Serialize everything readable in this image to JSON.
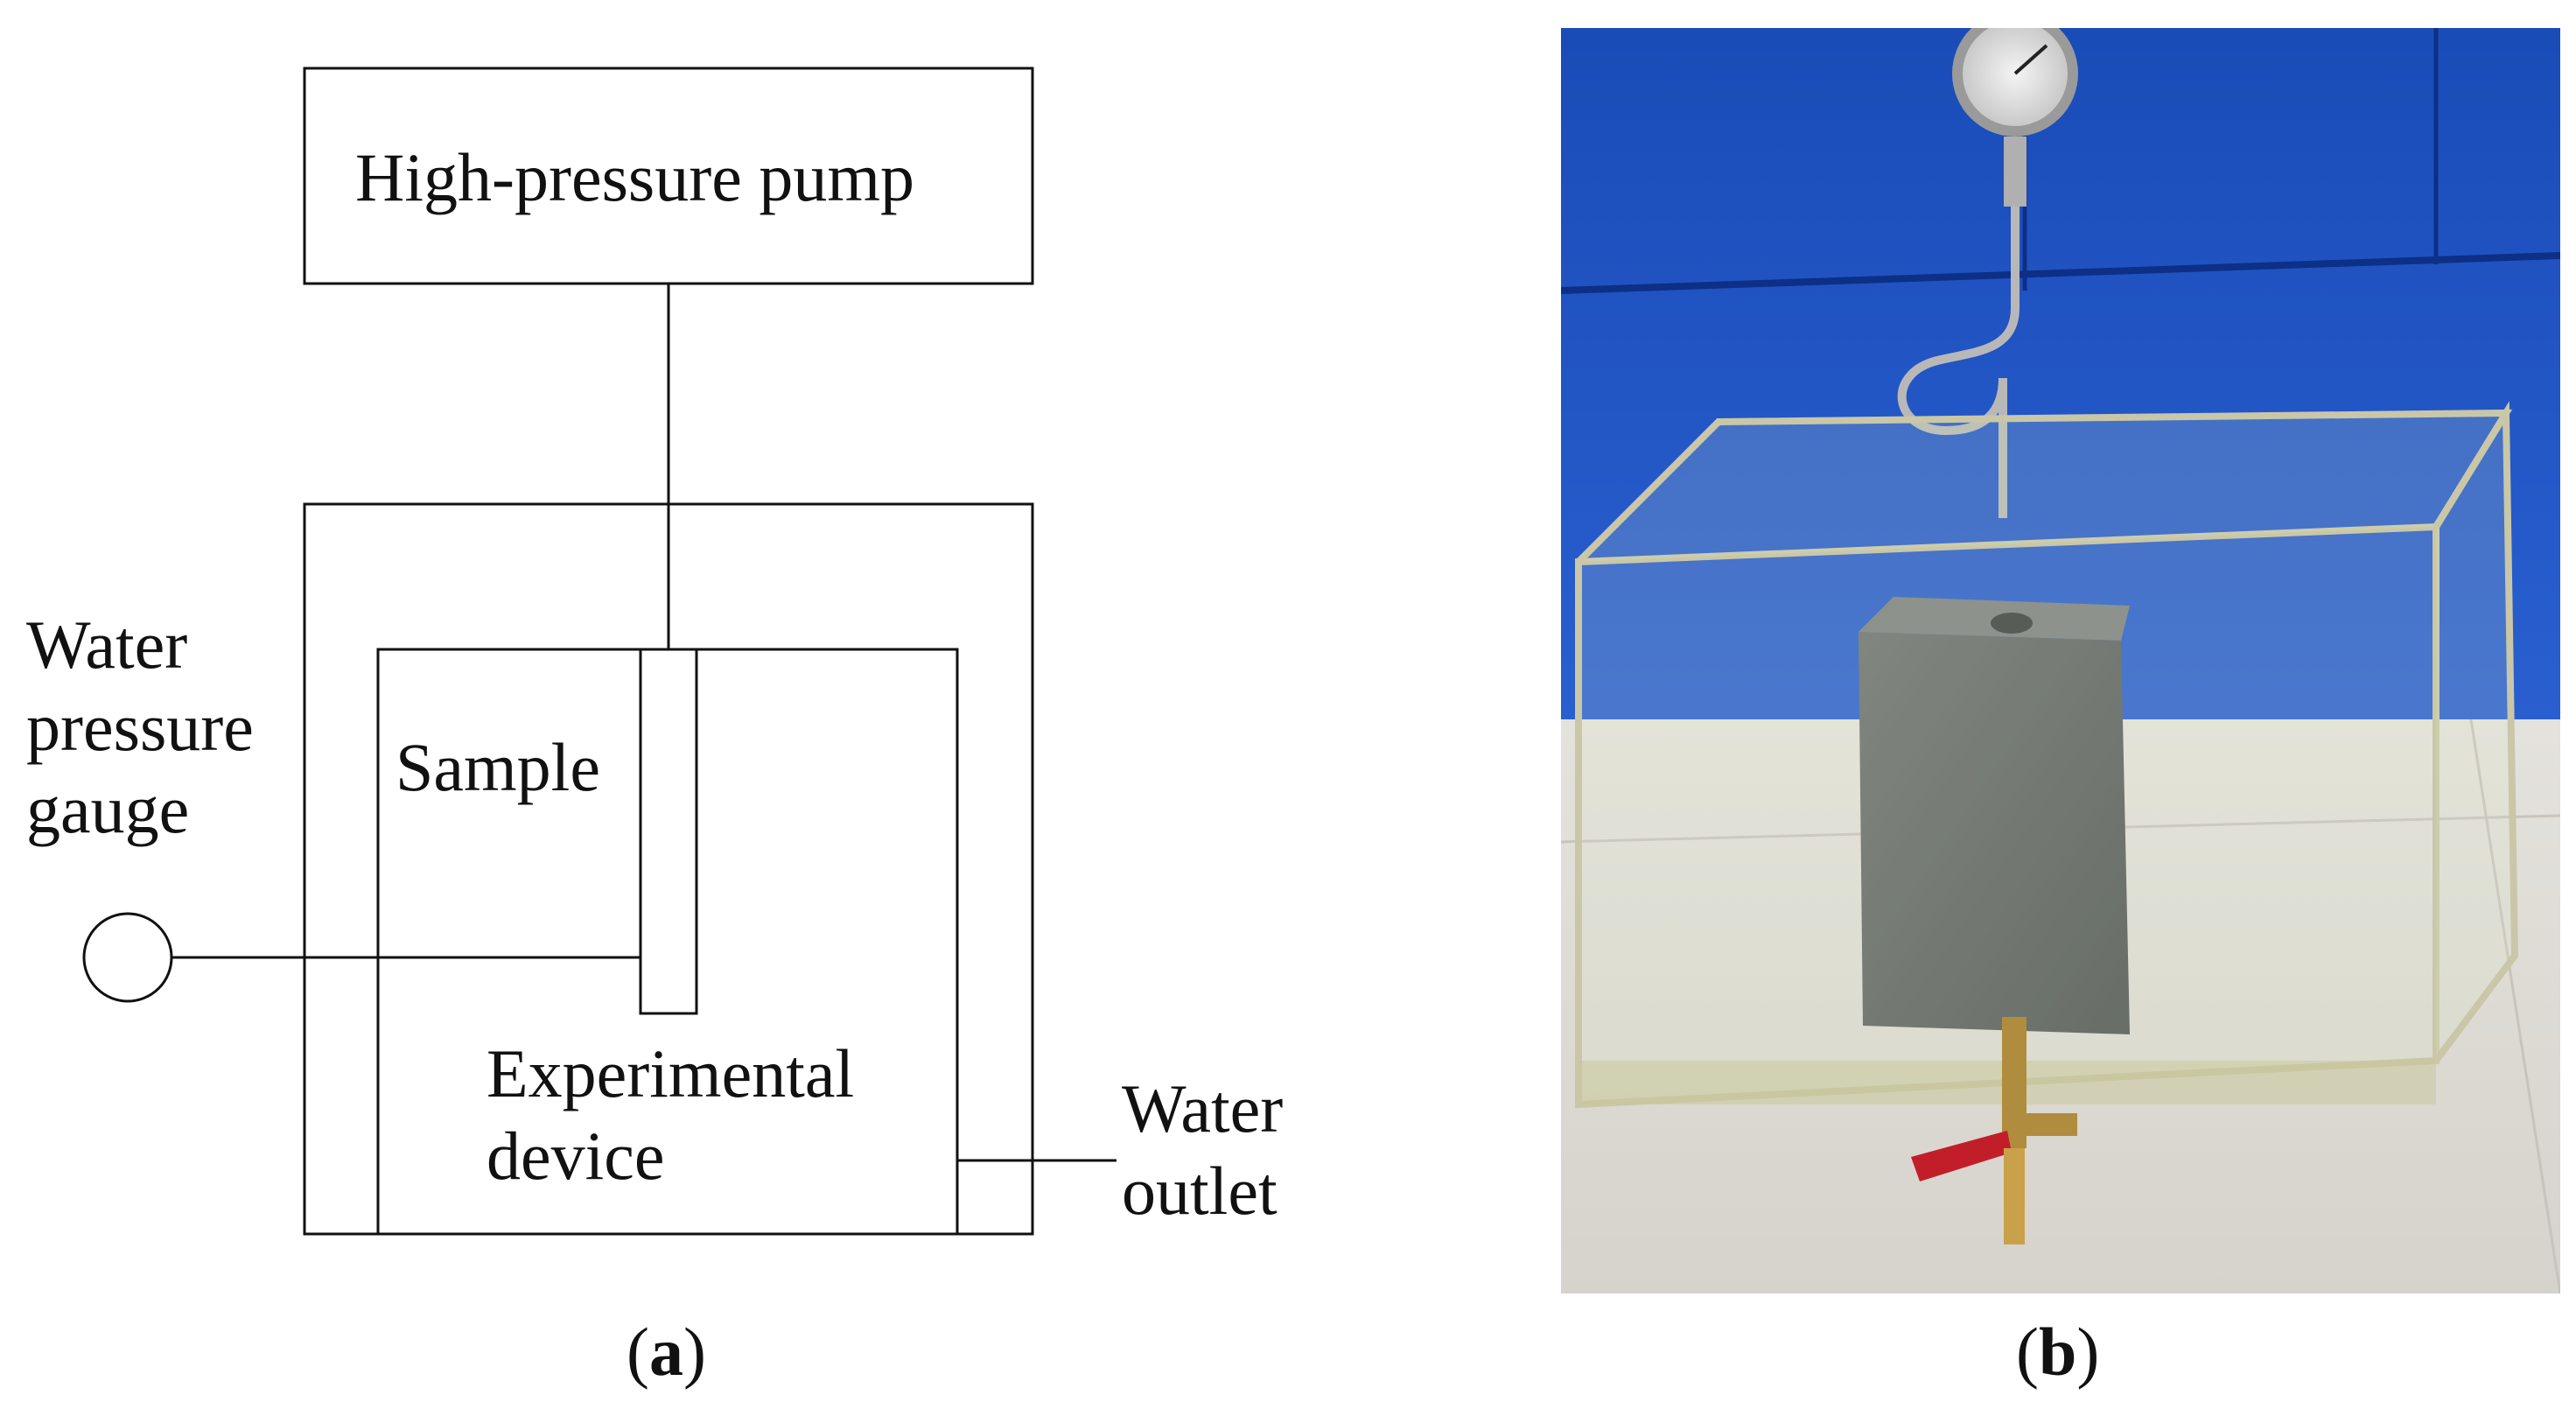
{
  "panel_a": {
    "pump_label": "High-pressure pump",
    "gauge_label": "Water\npressure\ngauge",
    "sample_label": "Sample",
    "device_label": "Experimental\ndevice",
    "outlet_label": "Water\noutlet",
    "caption_open": "(",
    "caption_letter": "a",
    "caption_close": ")"
  },
  "panel_b": {
    "caption_open": "(",
    "caption_letter": "b",
    "caption_close": ")"
  }
}
